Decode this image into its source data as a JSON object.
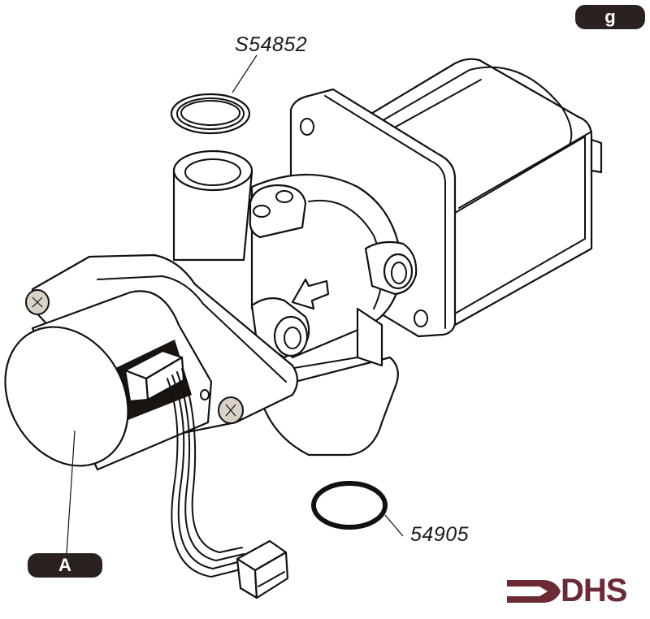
{
  "diagram": {
    "view_badge": "g",
    "callout_badge": "A",
    "parts": [
      {
        "id": "seal-ring-top",
        "part_number": "S54852"
      },
      {
        "id": "o-ring-bottom",
        "part_number": "54905"
      }
    ],
    "callouts": [
      {
        "label": "A",
        "points_to": "motor-housing"
      }
    ]
  },
  "logo": {
    "text": "DHS",
    "color": "#6b2a36"
  },
  "colors": {
    "badge_bg": "#2a2220",
    "badge_text": "#ffffff",
    "line": "#111111",
    "screw_fill": "#d8d2c8"
  }
}
